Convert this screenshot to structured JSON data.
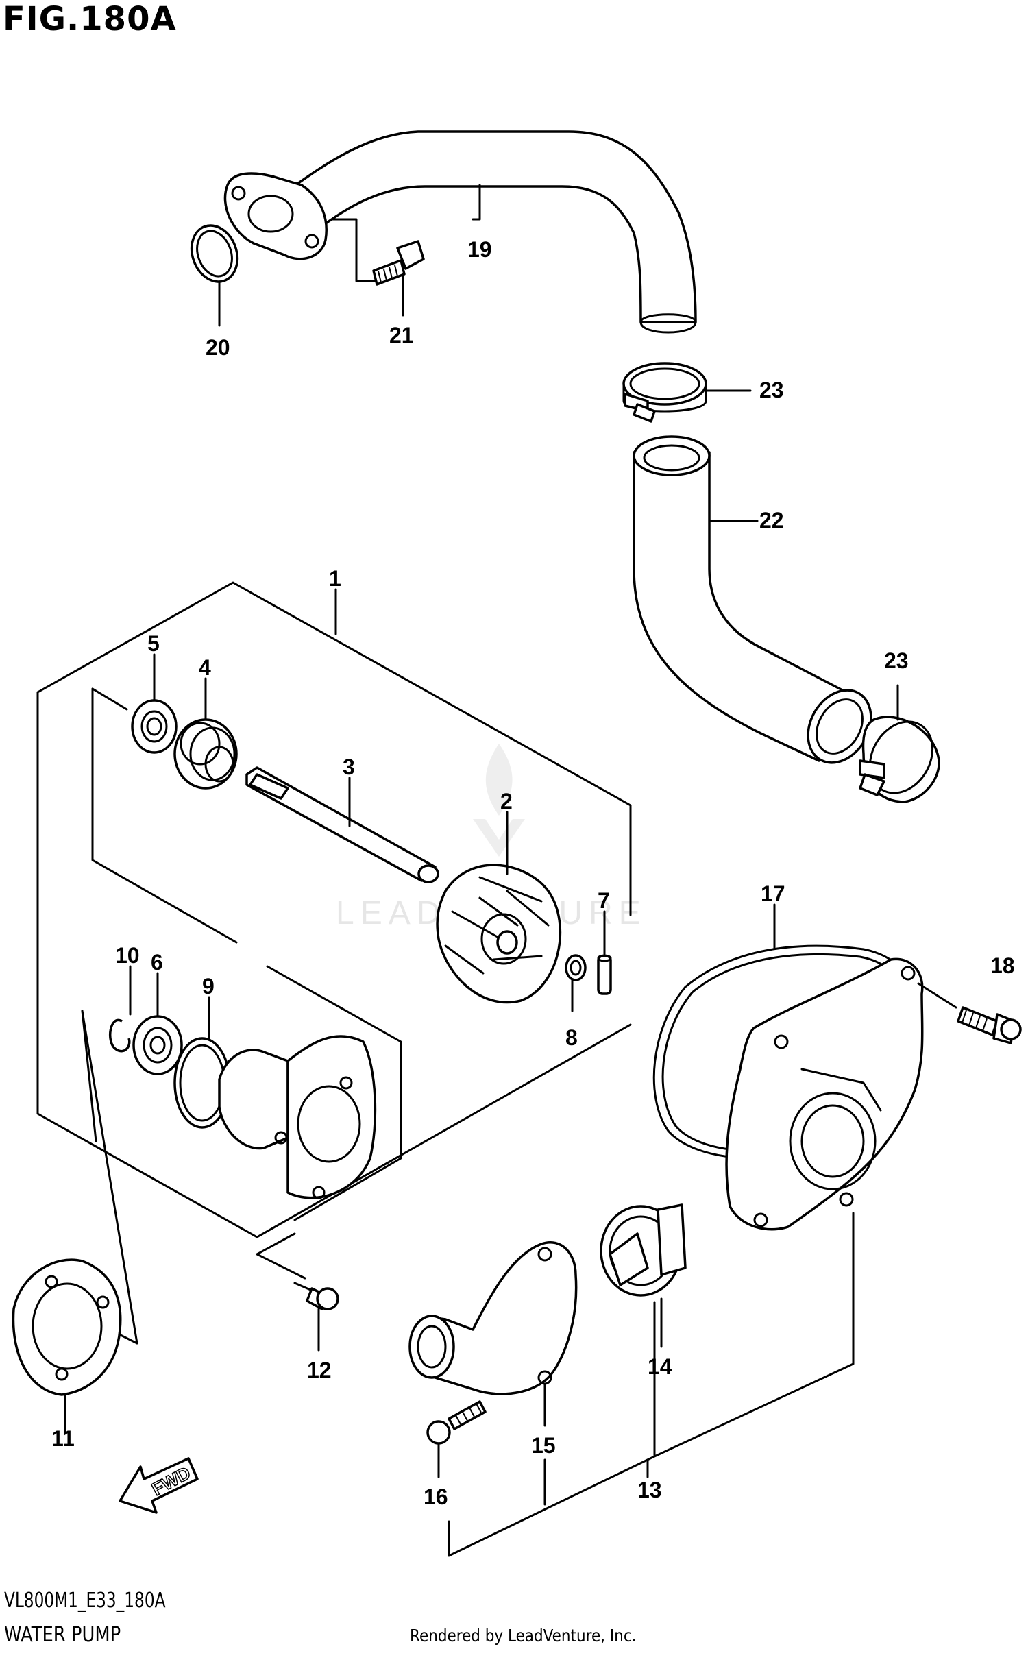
{
  "figure": {
    "title": "FIG.180A",
    "diagram_code": "VL800M1_E33_180A",
    "diagram_name": "WATER PUMP",
    "credit": "Rendered by LeadVenture, Inc.",
    "watermark": "LEADVENTURE",
    "fwd_label": "FWD"
  },
  "callouts": {
    "c1": "1",
    "c2": "2",
    "c3": "3",
    "c4": "4",
    "c5": "5",
    "c6": "6",
    "c7": "7",
    "c8": "8",
    "c9": "9",
    "c10": "10",
    "c11": "11",
    "c12": "12",
    "c13": "13",
    "c14": "14",
    "c15": "15",
    "c16": "16",
    "c17": "17",
    "c18": "18",
    "c19": "19",
    "c20": "20",
    "c21": "21",
    "c22": "22",
    "c23a": "23",
    "c23b": "23"
  }
}
